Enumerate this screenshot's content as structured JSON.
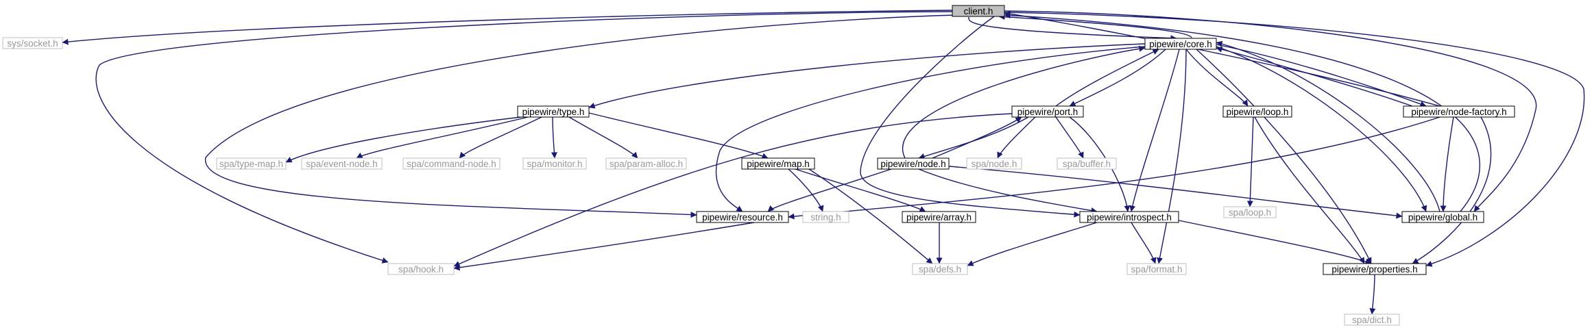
{
  "graph": {
    "colors": {
      "edge": "#191970",
      "main_node_fill": "#bfbfbf",
      "main_node_border": "#000000",
      "internal_node_border": "#000000",
      "external_node_border": "#bfbfbf",
      "external_text": "#999999"
    },
    "nodes": [
      {
        "id": "client",
        "label": "client.h",
        "kind": "main"
      },
      {
        "id": "socket",
        "label": "sys/socket.h",
        "kind": "external"
      },
      {
        "id": "core",
        "label": "pipewire/core.h",
        "kind": "internal"
      },
      {
        "id": "type",
        "label": "pipewire/type.h",
        "kind": "internal"
      },
      {
        "id": "port",
        "label": "pipewire/port.h",
        "kind": "internal"
      },
      {
        "id": "loop",
        "label": "pipewire/loop.h",
        "kind": "internal"
      },
      {
        "id": "nodefactory",
        "label": "pipewire/node-factory.h",
        "kind": "internal"
      },
      {
        "id": "typemap",
        "label": "spa/type-map.h",
        "kind": "external"
      },
      {
        "id": "eventnode",
        "label": "spa/event-node.h",
        "kind": "external"
      },
      {
        "id": "commandnode",
        "label": "spa/command-node.h",
        "kind": "external"
      },
      {
        "id": "monitor",
        "label": "spa/monitor.h",
        "kind": "external"
      },
      {
        "id": "paramalloc",
        "label": "spa/param-alloc.h",
        "kind": "external"
      },
      {
        "id": "map",
        "label": "pipewire/map.h",
        "kind": "internal"
      },
      {
        "id": "node",
        "label": "pipewire/node.h",
        "kind": "internal"
      },
      {
        "id": "spanode",
        "label": "spa/node.h",
        "kind": "external"
      },
      {
        "id": "buffer",
        "label": "spa/buffer.h",
        "kind": "external"
      },
      {
        "id": "spaloop",
        "label": "spa/loop.h",
        "kind": "external"
      },
      {
        "id": "resource",
        "label": "pipewire/resource.h",
        "kind": "internal"
      },
      {
        "id": "string",
        "label": "string.h",
        "kind": "external"
      },
      {
        "id": "array",
        "label": "pipewire/array.h",
        "kind": "internal"
      },
      {
        "id": "introspect",
        "label": "pipewire/introspect.h",
        "kind": "internal"
      },
      {
        "id": "global",
        "label": "pipewire/global.h",
        "kind": "internal"
      },
      {
        "id": "hook",
        "label": "spa/hook.h",
        "kind": "external"
      },
      {
        "id": "defs",
        "label": "spa/defs.h",
        "kind": "external"
      },
      {
        "id": "format",
        "label": "spa/format.h",
        "kind": "external"
      },
      {
        "id": "properties",
        "label": "pipewire/properties.h",
        "kind": "internal"
      },
      {
        "id": "dict",
        "label": "spa/dict.h",
        "kind": "external"
      }
    ],
    "edges": [
      [
        "client",
        "socket"
      ],
      [
        "client",
        "core"
      ],
      [
        "client",
        "hook"
      ],
      [
        "client",
        "resource"
      ],
      [
        "client",
        "introspect"
      ],
      [
        "client",
        "properties"
      ],
      [
        "client",
        "global"
      ],
      [
        "core",
        "client"
      ],
      [
        "core",
        "type"
      ],
      [
        "core",
        "port"
      ],
      [
        "core",
        "loop"
      ],
      [
        "core",
        "nodefactory"
      ],
      [
        "core",
        "global"
      ],
      [
        "core",
        "introspect"
      ],
      [
        "core",
        "format"
      ],
      [
        "core",
        "properties"
      ],
      [
        "core",
        "resource"
      ],
      [
        "type",
        "typemap"
      ],
      [
        "type",
        "eventnode"
      ],
      [
        "type",
        "commandnode"
      ],
      [
        "type",
        "monitor"
      ],
      [
        "type",
        "paramalloc"
      ],
      [
        "type",
        "map"
      ],
      [
        "port",
        "core"
      ],
      [
        "port",
        "node"
      ],
      [
        "port",
        "spanode"
      ],
      [
        "port",
        "buffer"
      ],
      [
        "port",
        "introspect"
      ],
      [
        "port",
        "hook"
      ],
      [
        "node",
        "core"
      ],
      [
        "node",
        "port"
      ],
      [
        "node",
        "resource"
      ],
      [
        "node",
        "introspect"
      ],
      [
        "node",
        "global"
      ],
      [
        "loop",
        "spaloop"
      ],
      [
        "loop",
        "properties"
      ],
      [
        "nodefactory",
        "client"
      ],
      [
        "nodefactory",
        "core"
      ],
      [
        "nodefactory",
        "resource"
      ],
      [
        "nodefactory",
        "global"
      ],
      [
        "nodefactory",
        "properties"
      ],
      [
        "map",
        "string"
      ],
      [
        "map",
        "array"
      ],
      [
        "map",
        "defs"
      ],
      [
        "array",
        "defs"
      ],
      [
        "resource",
        "hook"
      ],
      [
        "introspect",
        "defs"
      ],
      [
        "introspect",
        "format"
      ],
      [
        "introspect",
        "properties"
      ],
      [
        "global",
        "client"
      ],
      [
        "global",
        "core"
      ],
      [
        "properties",
        "dict"
      ]
    ]
  }
}
